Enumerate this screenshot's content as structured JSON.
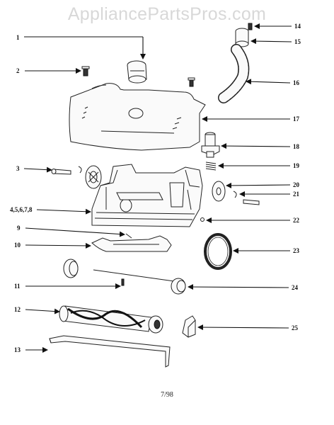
{
  "watermark": "AppliancePartsPros.com",
  "footer_code": "7/98",
  "callouts": {
    "c1": "1",
    "c2": "2",
    "c3": "3",
    "c4": "4,5,6,7,8",
    "c9": "9",
    "c10": "10",
    "c11": "11",
    "c12": "12",
    "c13": "13",
    "c14": "14",
    "c15": "15",
    "c16": "16",
    "c17": "17",
    "c18": "18",
    "c19": "19",
    "c20": "20",
    "c21": "21",
    "c22": "22",
    "c23": "23",
    "c24": "24",
    "c25": "25"
  }
}
